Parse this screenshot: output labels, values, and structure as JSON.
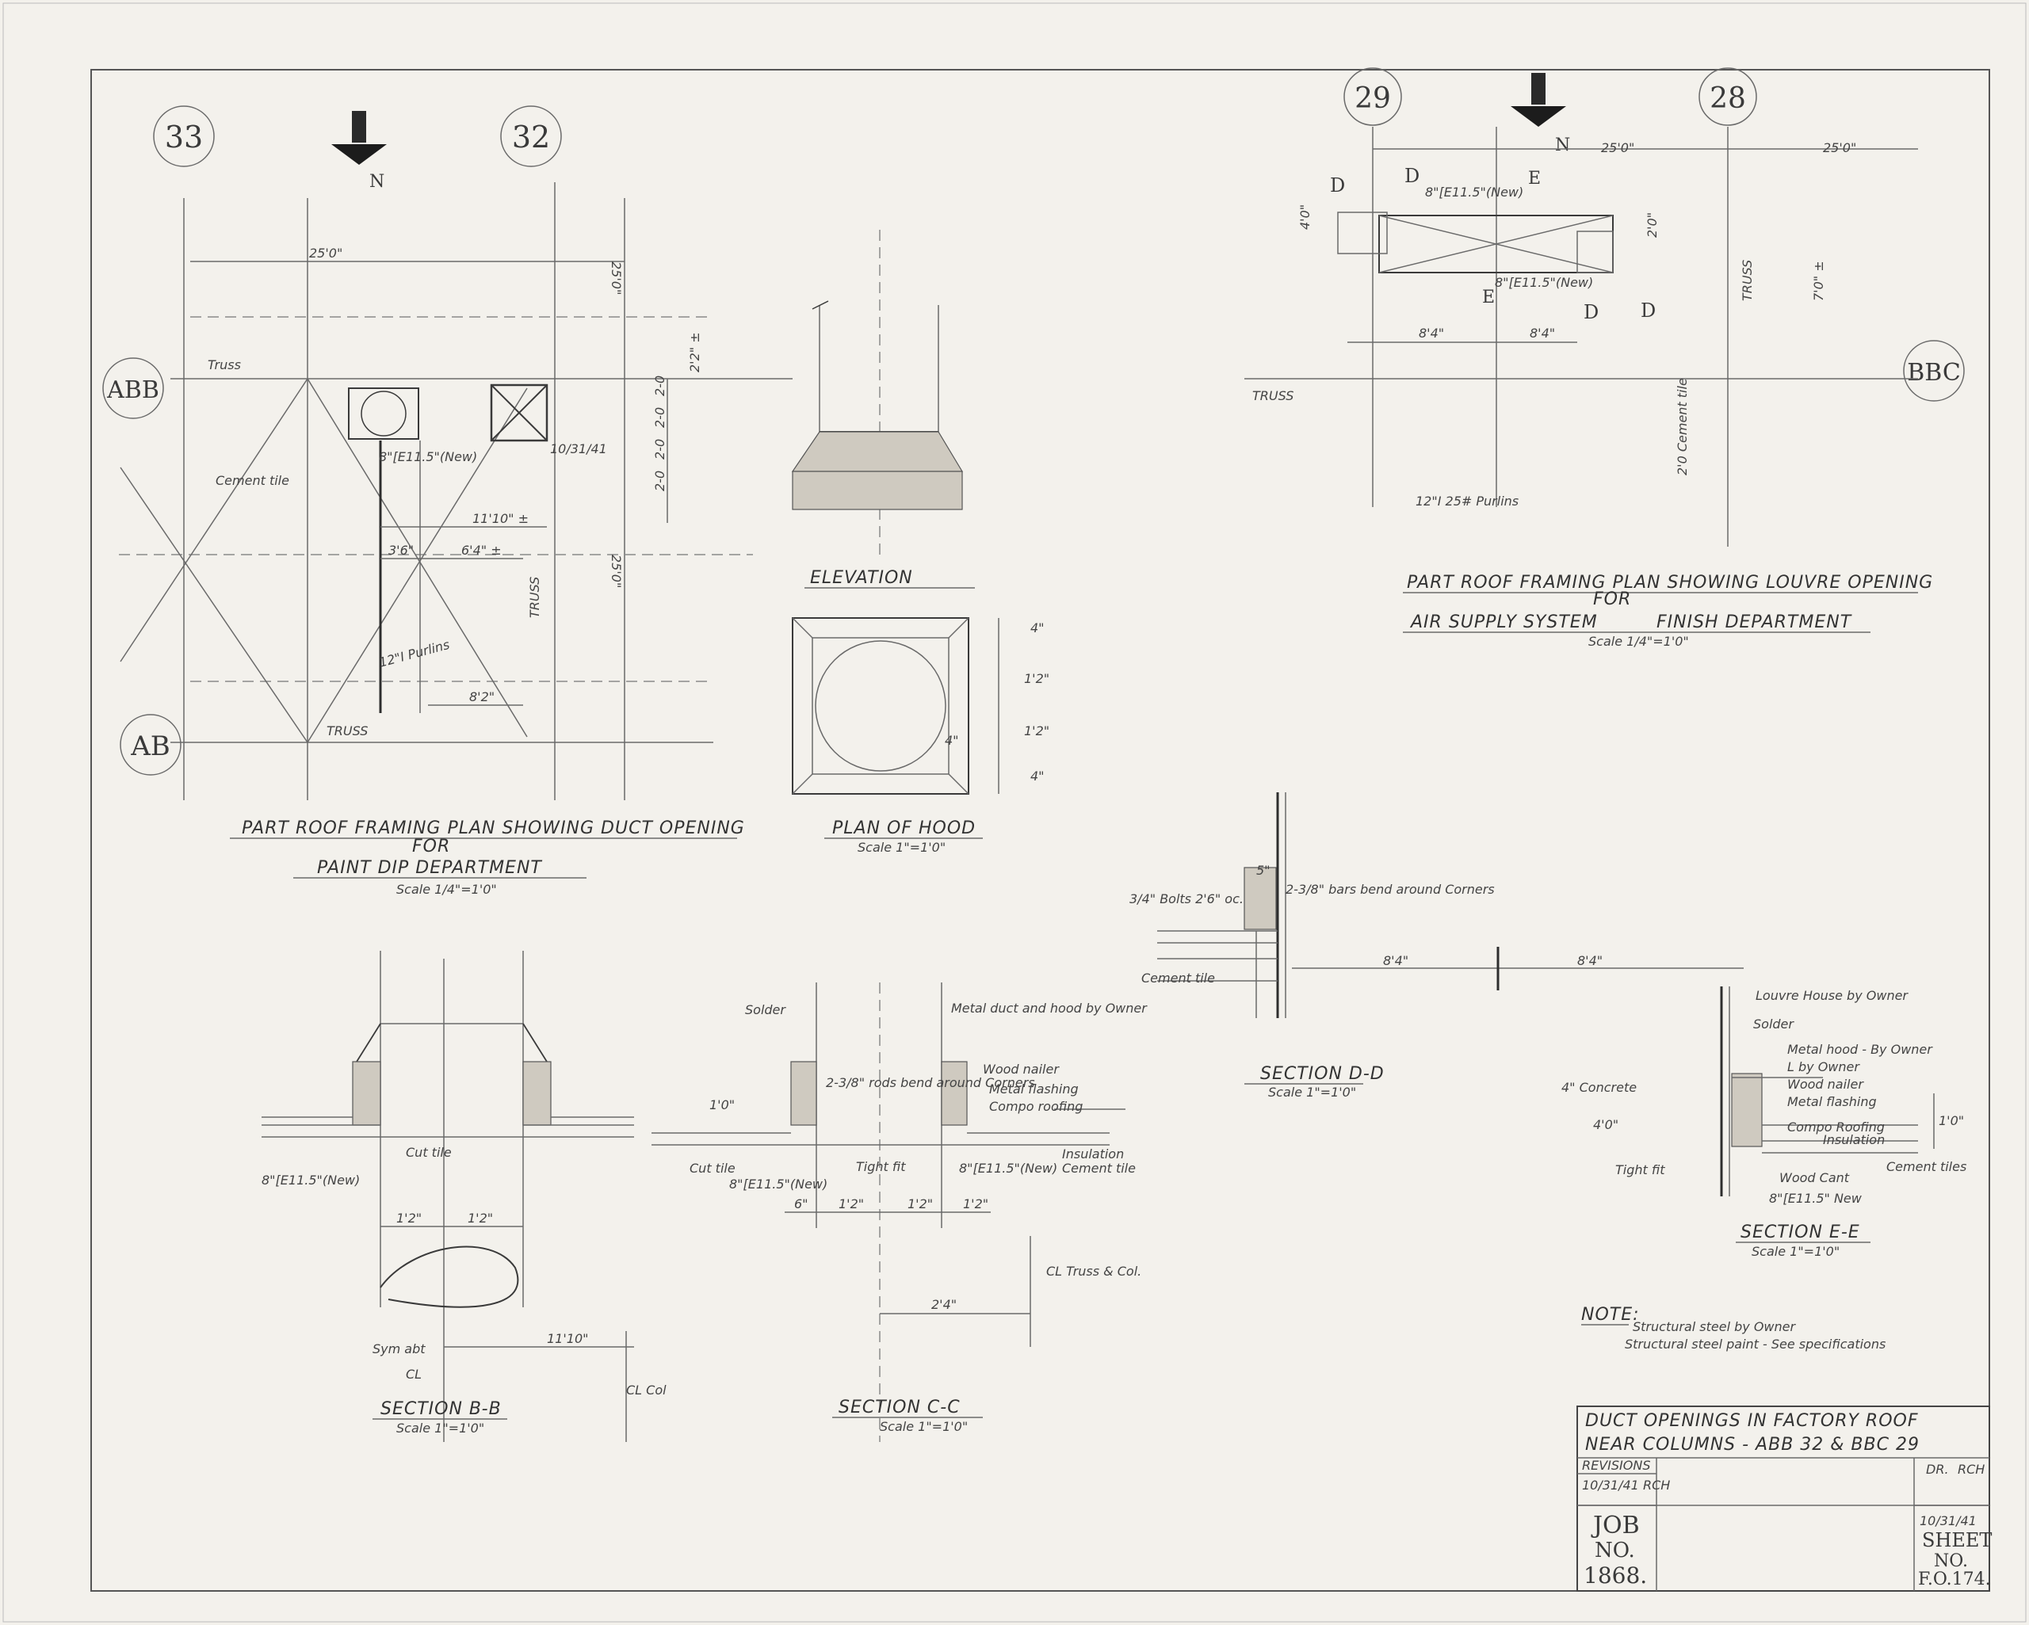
{
  "grid_labels": {
    "c33": "33",
    "c32": "32",
    "c29": "29",
    "c28": "28",
    "abb": "ABB",
    "ab": "AB",
    "bbc": "BBC"
  },
  "north": "N",
  "plan1": {
    "title": "PART ROOF FRAMING PLAN SHOWING DUCT OPENING",
    "for": "FOR",
    "dept": "PAINT DIP DEPARTMENT",
    "scale": "Scale 1/4\"=1'0\"",
    "dim_top": "25'0\"",
    "dim_right_top": "25'0\"",
    "dim_right_bottom": "25'0\"",
    "truss_top": "Truss",
    "truss_bottom": "TRUSS",
    "truss_right": "TRUSS",
    "cement_tile": "Cement tile",
    "beam_new": "8\"[E11.5\"(New)",
    "date_mark": "10/31/41",
    "d_11_10": "11'10\" ±",
    "d_3_6": "3'6\"",
    "d_6_4": "6'4\" ±",
    "d_8_2": "8'2\"",
    "purlins": "12\"I Purlins",
    "d_2_2": "2'2\" ±",
    "stack": [
      "2-0",
      "2-0",
      "2-0",
      "2-0"
    ]
  },
  "elevation": {
    "title": "ELEVATION"
  },
  "plan_hood": {
    "title": "PLAN OF HOOD",
    "scale": "Scale 1\"=1'0\"",
    "dims": [
      "4\"",
      "1'2\"",
      "1'2\"",
      "4\""
    ],
    "inner": "4\""
  },
  "plan2": {
    "title": "PART ROOF FRAMING PLAN SHOWING LOUVRE OPENING",
    "for": "FOR",
    "system": "AIR SUPPLY SYSTEM",
    "dept": "FINISH DEPARTMENT",
    "scale": "Scale 1/4\"=1'0\"",
    "dim_left": "25'0\"",
    "dim_right": "25'0\"",
    "beam_top": "8\"[E11.5\"(New)",
    "beam_bottom": "8\"[E11.5\"(New)",
    "d_4_0": "4'0\"",
    "d_2_0": "2'0\"",
    "d_8_4a": "8'4\"",
    "d_8_4b": "8'4\"",
    "d_7_0": "7'0\" ±",
    "truss": "TRUSS",
    "truss_v": "TRUSS",
    "cement_tile": "2'0 Cement tile",
    "purlins": "12\"I 25# Purlins",
    "sec_d": "D",
    "sec_e": "E"
  },
  "section_dd": {
    "title": "SECTION D-D",
    "scale": "Scale 1\"=1'0\"",
    "bolts": "3/4\" Bolts 2'6\" oc.",
    "bars": "2-3/8\" bars bend around Corners",
    "cement_tile": "Cement tile",
    "d_5": "5\"",
    "d_8_4a": "8'4\"",
    "d_8_4b": "8'4\""
  },
  "section_bb": {
    "title": "SECTION B-B",
    "scale": "Scale 1\"=1'0\"",
    "cut_tile": "Cut tile",
    "beam": "8\"[E11.5\"(New)",
    "d1": "1'2\"",
    "d2": "1'2\"",
    "sym": "Sym abt",
    "cl": "CL",
    "d_11_10": "11'10\"",
    "cl_col": "CL Col"
  },
  "section_cc": {
    "title": "SECTION C-C",
    "scale": "Scale 1\"=1'0\"",
    "solder": "Solder",
    "metal_duct": "Metal duct and hood by Owner",
    "wood_nailer": "Wood nailer",
    "metal_flashing": "Metal flashing",
    "compo_roofing": "Compo roofing",
    "insulation": "Insulation",
    "cement_tile": "Cement tile",
    "bars": "2-3/8\" rods bend around Corners",
    "cut_tile": "Cut tile",
    "beam_l": "8\"[E11.5\"(New)",
    "beam_r": "8\"[E11.5\"(New)",
    "tight_fit": "Tight fit",
    "d_1_0": "1'0\"",
    "d_6": "6\"",
    "d_1_2a": "1'2\"",
    "d_1_2b": "1'2\"",
    "d_1_2c": "1'2\"",
    "d_2_4": "2'4\"",
    "truss_col": "CL Truss & Col."
  },
  "section_ee": {
    "title": "SECTION E-E",
    "scale": "Scale 1\"=1'0\"",
    "louvre": "Louvre House by Owner",
    "solder": "Solder",
    "metal_hood": "Metal hood - By Owner",
    "l_owner": "L by Owner",
    "wood_nailer": "Wood nailer",
    "metal_flashing": "Metal flashing",
    "compo": "Compo Roofing",
    "insulation": "Insulation",
    "wood_cant": "Wood Cant",
    "cement_tiles": "Cement tiles",
    "beam": "8\"[E11.5\" New",
    "concrete": "4\" Concrete",
    "d_4_0": "4'0\"",
    "d_1_0": "1'0\"",
    "tight_fit": "Tight fit"
  },
  "note": {
    "label": "NOTE:",
    "line1": "Structural steel by Owner",
    "line2": "Structural steel paint - See specifications"
  },
  "title_block": {
    "line1": "DUCT OPENINGS IN FACTORY ROOF",
    "line2": "NEAR COLUMNS - ABB 32 & BBC 29",
    "revisions": "REVISIONS",
    "rev_entry": "10/31/41 RCH",
    "dr": "DR.",
    "dr_by": "RCH",
    "date": "10/31/41",
    "job_label": "JOB",
    "job_no_label": "NO.",
    "job_no": "1868.",
    "sheet_label": "SHEET",
    "sheet_no_label": "NO.",
    "sheet_no": "F.O.174."
  }
}
